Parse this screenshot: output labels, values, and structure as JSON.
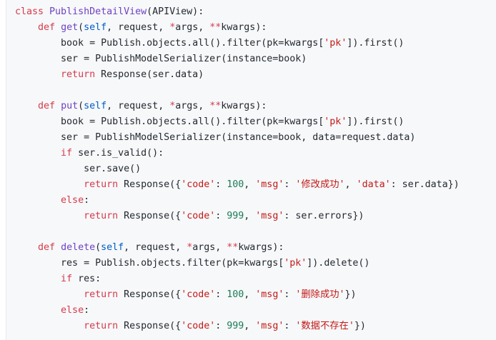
{
  "code_lines": [
    [
      {
        "t": "class ",
        "c": "kw"
      },
      {
        "t": "PublishDetailView",
        "c": "fn"
      },
      {
        "t": "(APIView):",
        "c": ""
      }
    ],
    [
      {
        "t": "    ",
        "c": ""
      },
      {
        "t": "def ",
        "c": "kw"
      },
      {
        "t": "get",
        "c": "fn"
      },
      {
        "t": "(",
        "c": ""
      },
      {
        "t": "self",
        "c": "self"
      },
      {
        "t": ", request, ",
        "c": ""
      },
      {
        "t": "*",
        "c": "kw"
      },
      {
        "t": "args, ",
        "c": ""
      },
      {
        "t": "**",
        "c": "kw"
      },
      {
        "t": "kwargs):",
        "c": ""
      }
    ],
    [
      {
        "t": "        book = Publish.objects.all().filter(pk=kwargs[",
        "c": ""
      },
      {
        "t": "'pk'",
        "c": "str"
      },
      {
        "t": "]).first()",
        "c": ""
      }
    ],
    [
      {
        "t": "        ser = PublishModelSerializer(instance=book)",
        "c": ""
      }
    ],
    [
      {
        "t": "        ",
        "c": ""
      },
      {
        "t": "return ",
        "c": "kw"
      },
      {
        "t": "Response(ser.data)",
        "c": ""
      }
    ],
    [],
    [
      {
        "t": "    ",
        "c": ""
      },
      {
        "t": "def ",
        "c": "kw"
      },
      {
        "t": "put",
        "c": "fn"
      },
      {
        "t": "(",
        "c": ""
      },
      {
        "t": "self",
        "c": "self"
      },
      {
        "t": ", request, ",
        "c": ""
      },
      {
        "t": "*",
        "c": "kw"
      },
      {
        "t": "args, ",
        "c": ""
      },
      {
        "t": "**",
        "c": "kw"
      },
      {
        "t": "kwargs):",
        "c": ""
      }
    ],
    [
      {
        "t": "        book = Publish.objects.all().filter(pk=kwargs[",
        "c": ""
      },
      {
        "t": "'pk'",
        "c": "str"
      },
      {
        "t": "]).first()",
        "c": ""
      }
    ],
    [
      {
        "t": "        ser = PublishModelSerializer(instance=book, data=request.data)",
        "c": ""
      }
    ],
    [
      {
        "t": "        ",
        "c": ""
      },
      {
        "t": "if ",
        "c": "kw"
      },
      {
        "t": "ser.is_valid():",
        "c": ""
      }
    ],
    [
      {
        "t": "            ser.save()",
        "c": ""
      }
    ],
    [
      {
        "t": "            ",
        "c": ""
      },
      {
        "t": "return ",
        "c": "kw"
      },
      {
        "t": "Response({",
        "c": ""
      },
      {
        "t": "'code'",
        "c": "str"
      },
      {
        "t": ": ",
        "c": ""
      },
      {
        "t": "100",
        "c": "num"
      },
      {
        "t": ", ",
        "c": ""
      },
      {
        "t": "'msg'",
        "c": "str"
      },
      {
        "t": ": ",
        "c": ""
      },
      {
        "t": "'修改成功'",
        "c": "str"
      },
      {
        "t": ", ",
        "c": ""
      },
      {
        "t": "'data'",
        "c": "str"
      },
      {
        "t": ": ser.data})",
        "c": ""
      }
    ],
    [
      {
        "t": "        ",
        "c": ""
      },
      {
        "t": "else",
        "c": "kw"
      },
      {
        "t": ":",
        "c": ""
      }
    ],
    [
      {
        "t": "            ",
        "c": ""
      },
      {
        "t": "return ",
        "c": "kw"
      },
      {
        "t": "Response({",
        "c": ""
      },
      {
        "t": "'code'",
        "c": "str"
      },
      {
        "t": ": ",
        "c": ""
      },
      {
        "t": "999",
        "c": "num"
      },
      {
        "t": ", ",
        "c": ""
      },
      {
        "t": "'msg'",
        "c": "str"
      },
      {
        "t": ": ser.errors})",
        "c": ""
      }
    ],
    [],
    [
      {
        "t": "    ",
        "c": ""
      },
      {
        "t": "def ",
        "c": "kw"
      },
      {
        "t": "delete",
        "c": "fn"
      },
      {
        "t": "(",
        "c": ""
      },
      {
        "t": "self",
        "c": "self"
      },
      {
        "t": ", request, ",
        "c": ""
      },
      {
        "t": "*",
        "c": "kw"
      },
      {
        "t": "args, ",
        "c": ""
      },
      {
        "t": "**",
        "c": "kw"
      },
      {
        "t": "kwargs):",
        "c": ""
      }
    ],
    [
      {
        "t": "        res = Publish.objects.filter(pk=kwargs[",
        "c": ""
      },
      {
        "t": "'pk'",
        "c": "str"
      },
      {
        "t": "]).delete()",
        "c": ""
      }
    ],
    [
      {
        "t": "        ",
        "c": ""
      },
      {
        "t": "if ",
        "c": "kw"
      },
      {
        "t": "res:",
        "c": ""
      }
    ],
    [
      {
        "t": "            ",
        "c": ""
      },
      {
        "t": "return ",
        "c": "kw"
      },
      {
        "t": "Response({",
        "c": ""
      },
      {
        "t": "'code'",
        "c": "str"
      },
      {
        "t": ": ",
        "c": ""
      },
      {
        "t": "100",
        "c": "num"
      },
      {
        "t": ", ",
        "c": ""
      },
      {
        "t": "'msg'",
        "c": "str"
      },
      {
        "t": ": ",
        "c": ""
      },
      {
        "t": "'删除成功'",
        "c": "str"
      },
      {
        "t": "})",
        "c": ""
      }
    ],
    [
      {
        "t": "        ",
        "c": ""
      },
      {
        "t": "else",
        "c": "kw"
      },
      {
        "t": ":",
        "c": ""
      }
    ],
    [
      {
        "t": "            ",
        "c": ""
      },
      {
        "t": "return ",
        "c": "kw"
      },
      {
        "t": "Response({",
        "c": ""
      },
      {
        "t": "'code'",
        "c": "str"
      },
      {
        "t": ": ",
        "c": ""
      },
      {
        "t": "999",
        "c": "num"
      },
      {
        "t": ", ",
        "c": ""
      },
      {
        "t": "'msg'",
        "c": "str"
      },
      {
        "t": ": ",
        "c": ""
      },
      {
        "t": "'数据不存在'",
        "c": "str"
      },
      {
        "t": "})",
        "c": ""
      }
    ]
  ]
}
